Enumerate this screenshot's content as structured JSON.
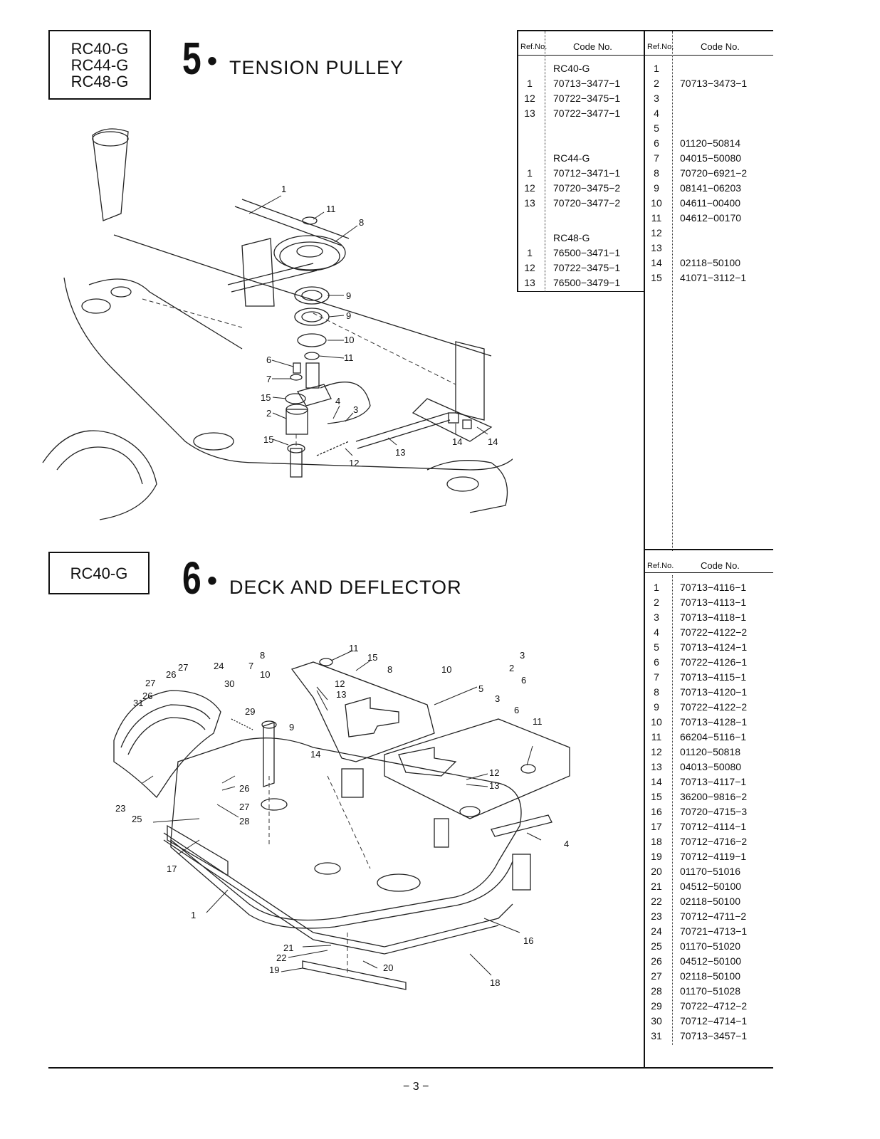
{
  "section5": {
    "models": [
      "RC40-G",
      "RC44-G",
      "RC48-G"
    ],
    "number": "5",
    "title": "TENSION PULLEY",
    "table_left": {
      "header_ref": "Ref.No.",
      "header_code": "Code No.",
      "rows": [
        {
          "ref": "",
          "code": "RC40-G"
        },
        {
          "ref": "1",
          "code": "70713−3477−1"
        },
        {
          "ref": "12",
          "code": "70722−3475−1"
        },
        {
          "ref": "13",
          "code": "70722−3477−1"
        },
        {
          "ref": "",
          "code": ""
        },
        {
          "ref": "",
          "code": ""
        },
        {
          "ref": "",
          "code": "RC44-G"
        },
        {
          "ref": "1",
          "code": "70712−3471−1"
        },
        {
          "ref": "12",
          "code": "70720−3475−2"
        },
        {
          "ref": "13",
          "code": "70720−3477−2"
        },
        {
          "ref": "",
          "code": ""
        },
        {
          "ref": "",
          "code": "RC48-G"
        },
        {
          "ref": "1",
          "code": "76500−3471−1"
        },
        {
          "ref": "12",
          "code": "70722−3475−1"
        },
        {
          "ref": "13",
          "code": "76500−3479−1"
        }
      ]
    },
    "table_right": {
      "header_ref": "Ref.No.",
      "header_code": "Code No.",
      "rows": [
        {
          "ref": "1",
          "code": ""
        },
        {
          "ref": "2",
          "code": "70713−3473−1"
        },
        {
          "ref": "3",
          "code": ""
        },
        {
          "ref": "4",
          "code": ""
        },
        {
          "ref": "5",
          "code": ""
        },
        {
          "ref": "6",
          "code": "01120−50814"
        },
        {
          "ref": "7",
          "code": "04015−50080"
        },
        {
          "ref": "8",
          "code": "70720−6921−2"
        },
        {
          "ref": "9",
          "code": "08141−06203"
        },
        {
          "ref": "10",
          "code": "04611−00400"
        },
        {
          "ref": "11",
          "code": "04612−00170"
        },
        {
          "ref": "12",
          "code": ""
        },
        {
          "ref": "13",
          "code": ""
        },
        {
          "ref": "14",
          "code": "02118−50100"
        },
        {
          "ref": "15",
          "code": "41071−3112−1"
        }
      ]
    },
    "callouts": [
      "1",
      "11",
      "8",
      "9",
      "9",
      "10",
      "11",
      "6",
      "7",
      "15",
      "2",
      "4",
      "3",
      "15",
      "12",
      "13",
      "14",
      "14"
    ]
  },
  "section6": {
    "models": [
      "RC40-G"
    ],
    "number": "6",
    "title": "DECK AND DEFLECTOR",
    "table": {
      "header_ref": "Ref.No.",
      "header_code": "Code No.",
      "rows": [
        {
          "ref": "1",
          "code": "70713−4116−1"
        },
        {
          "ref": "2",
          "code": "70713−4113−1"
        },
        {
          "ref": "3",
          "code": "70713−4118−1"
        },
        {
          "ref": "4",
          "code": "70722−4122−2"
        },
        {
          "ref": "5",
          "code": "70713−4124−1"
        },
        {
          "ref": "6",
          "code": "70722−4126−1"
        },
        {
          "ref": "7",
          "code": "70713−4115−1"
        },
        {
          "ref": "8",
          "code": "70713−4120−1"
        },
        {
          "ref": "9",
          "code": "70722−4122−2"
        },
        {
          "ref": "10",
          "code": "70713−4128−1"
        },
        {
          "ref": "11",
          "code": "66204−5116−1"
        },
        {
          "ref": "12",
          "code": "01120−50818"
        },
        {
          "ref": "13",
          "code": "04013−50080"
        },
        {
          "ref": "14",
          "code": "70713−4117−1"
        },
        {
          "ref": "15",
          "code": "36200−9816−2"
        },
        {
          "ref": "16",
          "code": "70720−4715−3"
        },
        {
          "ref": "17",
          "code": "70712−4114−1"
        },
        {
          "ref": "18",
          "code": "70712−4716−2"
        },
        {
          "ref": "19",
          "code": "70712−4119−1"
        },
        {
          "ref": "20",
          "code": "01170−51016"
        },
        {
          "ref": "21",
          "code": "04512−50100"
        },
        {
          "ref": "22",
          "code": "02118−50100"
        },
        {
          "ref": "23",
          "code": "70712−4711−2"
        },
        {
          "ref": "24",
          "code": "70721−4713−1"
        },
        {
          "ref": "25",
          "code": "01170−51020"
        },
        {
          "ref": "26",
          "code": "04512−50100"
        },
        {
          "ref": "27",
          "code": "02118−50100"
        },
        {
          "ref": "28",
          "code": "01170−51028"
        },
        {
          "ref": "29",
          "code": "70722−4712−2"
        },
        {
          "ref": "30",
          "code": "70712−4714−1"
        },
        {
          "ref": "31",
          "code": "70713−3457−1"
        }
      ]
    },
    "callouts": [
      "11",
      "15",
      "8",
      "10",
      "8",
      "7",
      "10",
      "3",
      "2",
      "6",
      "27",
      "24",
      "26",
      "30",
      "27",
      "26",
      "31",
      "12",
      "13",
      "29",
      "9",
      "5",
      "3",
      "6",
      "11",
      "14",
      "12",
      "13",
      "26",
      "27",
      "23",
      "25",
      "28",
      "17",
      "4",
      "1",
      "21",
      "22",
      "20",
      "19",
      "16",
      "18"
    ]
  },
  "footer": {
    "page_number": "− 3 −"
  }
}
